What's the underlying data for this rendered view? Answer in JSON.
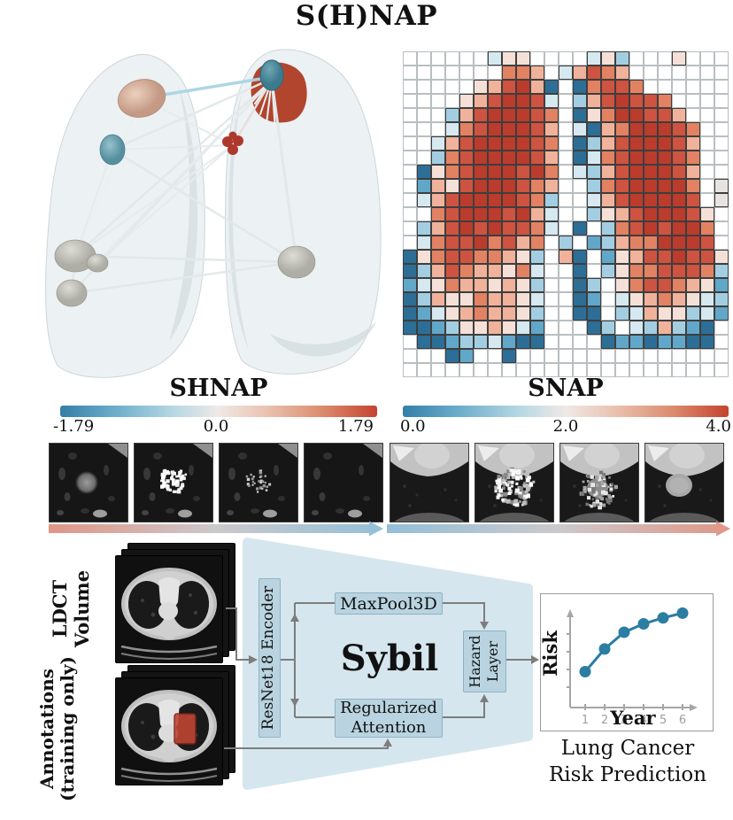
{
  "title": "S(H)NAP",
  "panels": {
    "shnap": {
      "label": "SHNAP",
      "colorbar_ticks": [
        "-1.79",
        "0.0",
        "1.79"
      ]
    },
    "snap": {
      "label": "SNAP",
      "colorbar_ticks": [
        "0.0",
        "2.0",
        "4.0"
      ]
    }
  },
  "pipeline": {
    "input1_line1": "LDCT",
    "input1_line2": "Volume",
    "input2_line1": "Annotations",
    "input2_line2": "(training only)",
    "encoder": "ResNet18 Encoder",
    "model": "Sybil",
    "maxpool": "MaxPool3D",
    "attention_line1": "Regularized",
    "attention_line2": "Attention",
    "hazard_line1": "Hazard",
    "hazard_line2": "Layer",
    "output_line1": "Lung Cancer",
    "output_line2": "Risk Prediction"
  },
  "chart_data": [
    {
      "type": "line",
      "title": "Lung Cancer Risk Prediction",
      "xlabel": "Year",
      "ylabel": "Risk",
      "x": [
        1,
        2,
        3,
        4,
        5,
        6
      ],
      "y": [
        0.3,
        0.49,
        0.63,
        0.7,
        0.75,
        0.79
      ],
      "ylim": [
        0,
        1
      ],
      "xlim": [
        0,
        7
      ],
      "grid": false,
      "legend": "none",
      "point_color": "#2b7da2",
      "axis_color": "#a6a6a6",
      "notes": "y-axis has tick marks but no numeric labels; y values are relative risk estimates read from point heights"
    },
    {
      "type": "heatmap",
      "title": "S(H)NAP saliency heatmap projected over lungs",
      "colormap": "RdBu_r",
      "shnap_value_range": [
        -1.79,
        1.79
      ],
      "snap_value_range": [
        0.0,
        4.0
      ],
      "grid_rows": 23,
      "grid_cols": 23,
      "cell_code_legend": {
        ".": "empty/white",
        "p": "pale blue",
        "l": "light blue",
        "m": "medium blue",
        "d": "dark blue",
        "e": "pale gray",
        "w": "pale pink",
        "s": "light salmon",
        "o": "salmon",
        "r": "red",
        "R": "dark red"
      },
      "rows": [
        "......pww....pwl...w...",
        ".......oos.psros.......",
        ".....wsrRsd.dorro......",
        "....wsrRRrp.lsrRrro....",
        "...lsrRRRro.dwoRRrrs...",
        "...porRRRrs.pdsoRRRro..",
        "..psrRRRRro.dlsrRRRrs..",
        "..lorRRRRrs.dporRRRro..",
        ".dworRRRrRo.plsrRRRrs..",
        ".mswrRRRros..lorRRRRo.e",
        ".psrRRRRrol..psrRRRRr.e",
        "..orRRRrRsp..lwsrRRRrw.",
        ".lsrRrRrrop.d.lorRrRRo.",
        ".porrRorso.l.mlsooRRRr.",
        "dworrooswl.sd.mwsrrRrrw",
        "dlsrosswop..d.lwoorrrol",
        "mpwosswswl..dl.worroswm",
        "dlswwosswp..dm.pwsoswpl",
        "dmpwsosswl..dd.lpswwlpm",
        "ddmlwwswpm...dl.plslmd.",
        ".ddmllpmdd....dmmdmmdd.",
        "...dm..d...............",
        "......................."
      ]
    }
  ],
  "heatmap_palette": {
    ".": "#ffffff",
    "p": "#d6e8f0",
    "l": "#a3cee2",
    "m": "#61a7c9",
    "d": "#2d6e96",
    "e": "#e6e3e1",
    "w": "#f4e0d7",
    "s": "#f0b29a",
    "o": "#e28263",
    "r": "#ce5340",
    "R": "#bb3b2c"
  },
  "colors": {
    "box_fill": "#b9d4e0",
    "box_border": "#8fb3c2",
    "trapezoid_fill": "#d5e6ee",
    "connector_gray": "#7d7d7d",
    "risk_point_teal": "#2b7da2",
    "colorbar_blue_end": "#337fa8",
    "colorbar_red_end": "#c4432f",
    "annotation_red": "#bf4533"
  }
}
